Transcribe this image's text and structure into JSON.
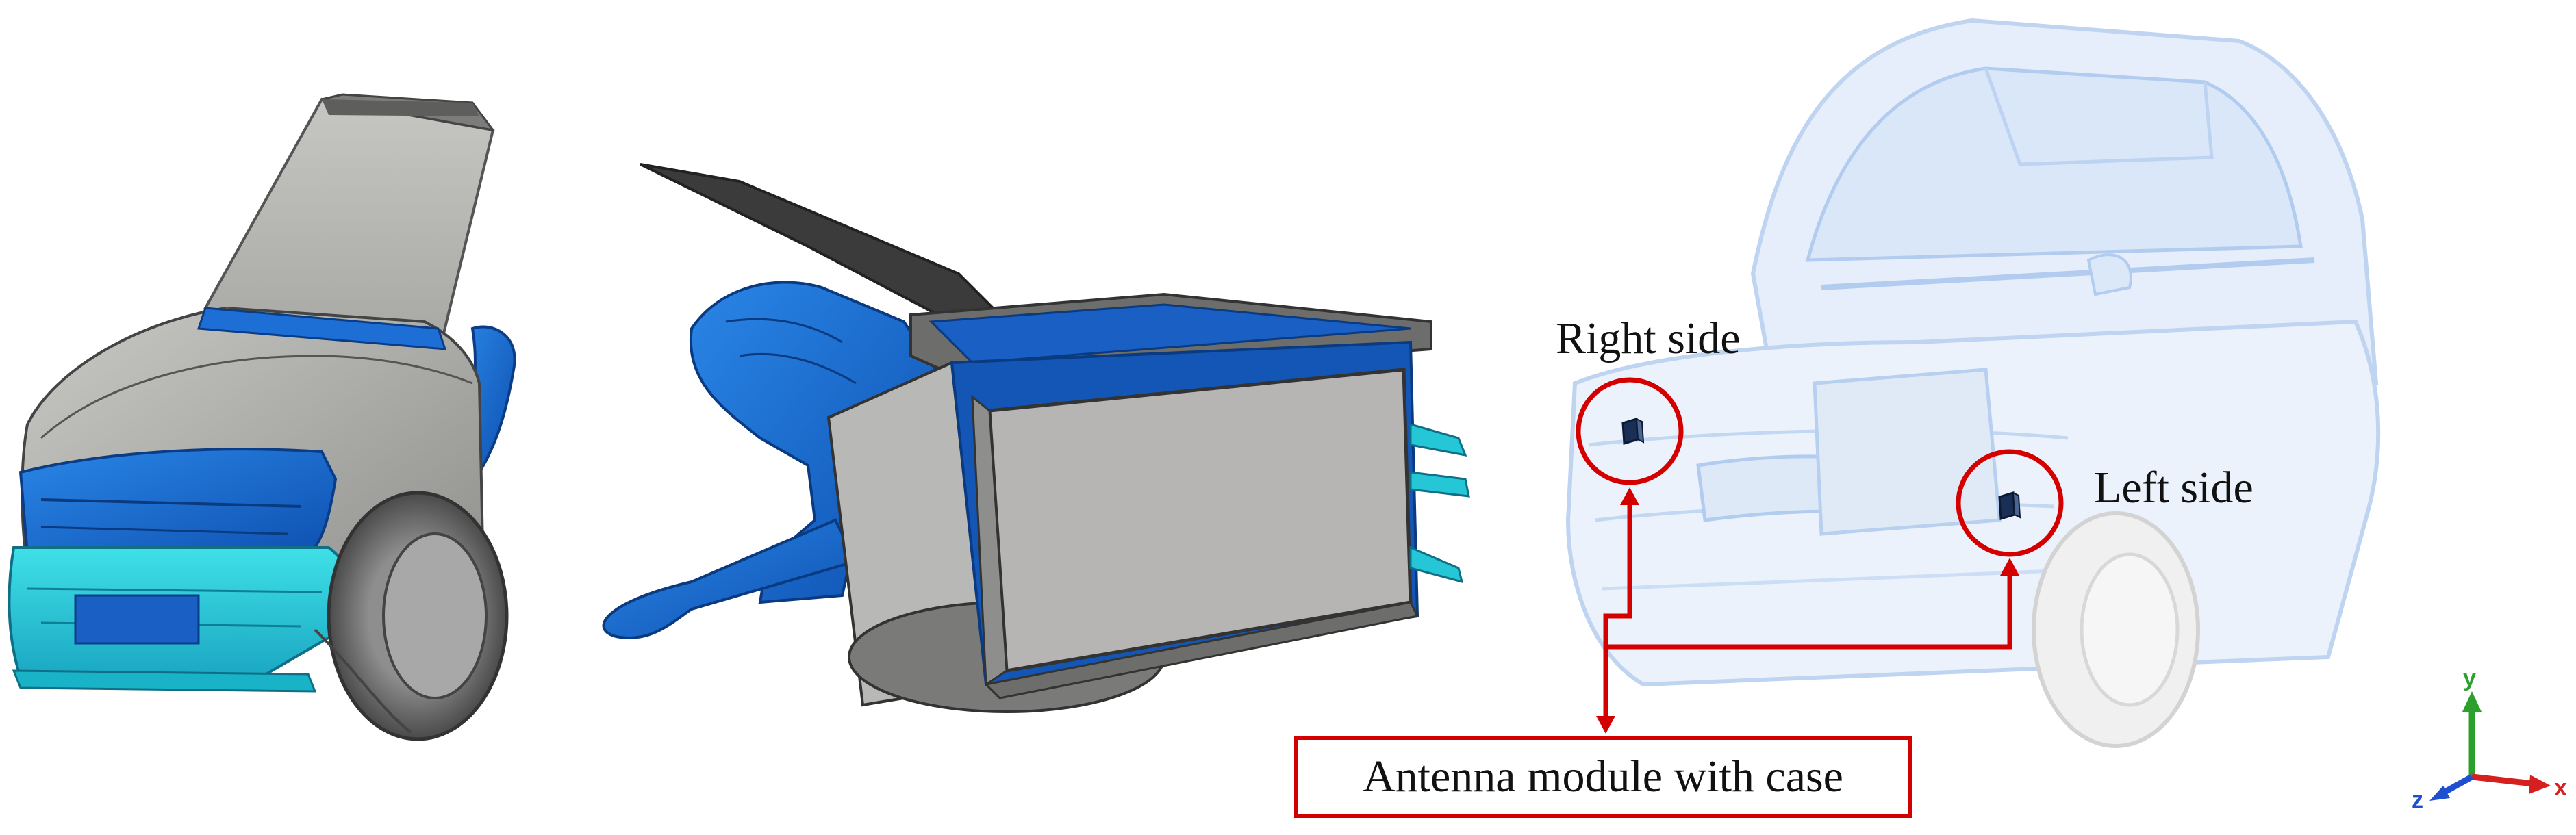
{
  "labels": {
    "right_side": "Right side",
    "left_side": "Left side",
    "callout": "Antenna module with case"
  },
  "triad": {
    "x": "x",
    "y": "y",
    "z": "z"
  },
  "colors": {
    "callout_red": "#d40000",
    "component_blue": "#1560c8",
    "bumper_cyan": "#22c4d6",
    "grey_body": "#9a9a9a",
    "ghost_blue": "#c7dcf5",
    "axis_x": "#d62020",
    "axis_y": "#2ca02c",
    "axis_z": "#1f4fd1"
  }
}
